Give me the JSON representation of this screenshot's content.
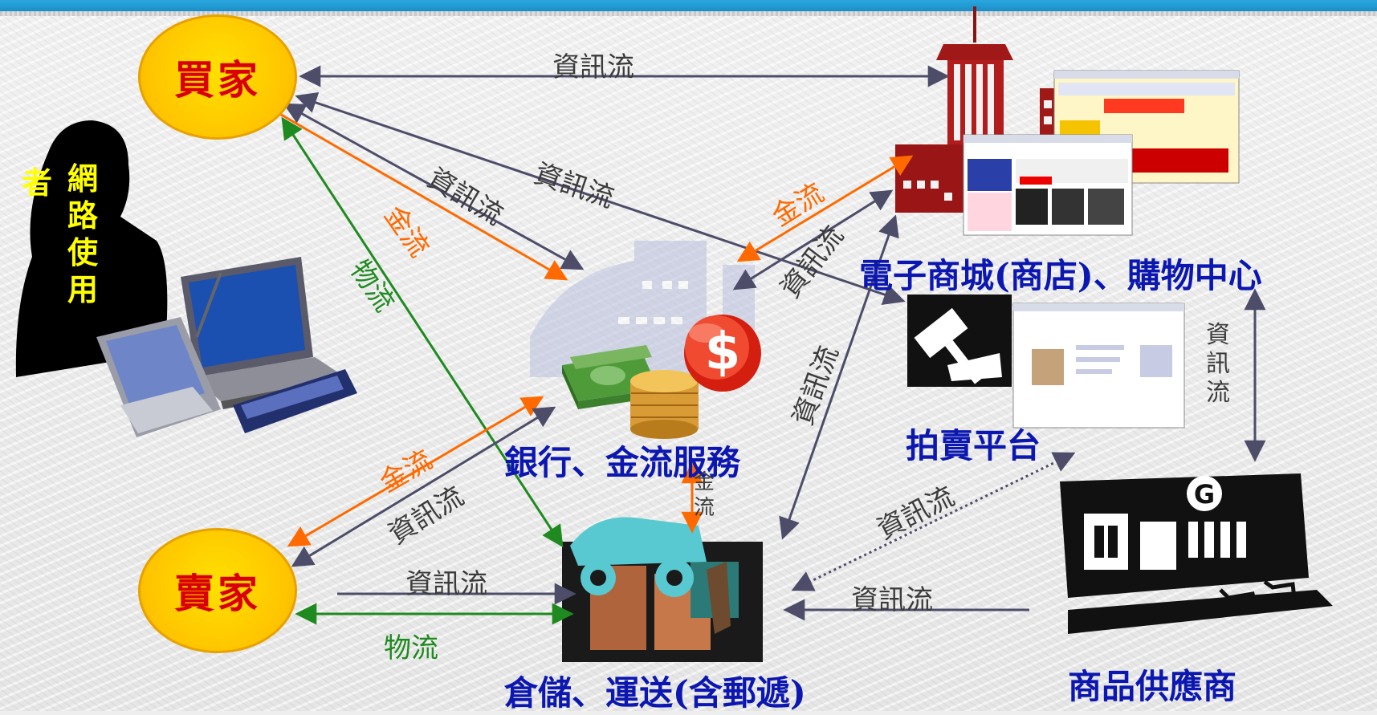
{
  "colors": {
    "info_flow": "#4d4d6a",
    "money_flow": "#ff6a00",
    "goods_flow": "#1f8a1f",
    "node_text": "#0b17b0",
    "actor_text": "#d80000",
    "actor_fill": "#ffc400"
  },
  "nodes": {
    "buyer": "買家",
    "seller": "賣家",
    "internet_user_1": "者",
    "internet_user_2": "網路使用",
    "bank": "銀行、金流服務",
    "mall": "電子商城(商店)、購物中心",
    "auction": "拍賣平台",
    "logistics": "倉儲、運送(含郵遞)",
    "supplier": "商品供應商"
  },
  "flows": {
    "info": "資訊流",
    "money": "金流",
    "goods": "物流"
  },
  "icons": [
    "person-silhouette-icon",
    "laptop-icon",
    "pda-icon",
    "phone-icon",
    "bank-building-icon",
    "dollar-coin-icon",
    "money-stack-icon",
    "skyscraper-icon",
    "web-screenshot-icon",
    "gavel-icon",
    "warehouse-store-icon",
    "delivery-truck-icon",
    "shopping-cart-icon"
  ]
}
